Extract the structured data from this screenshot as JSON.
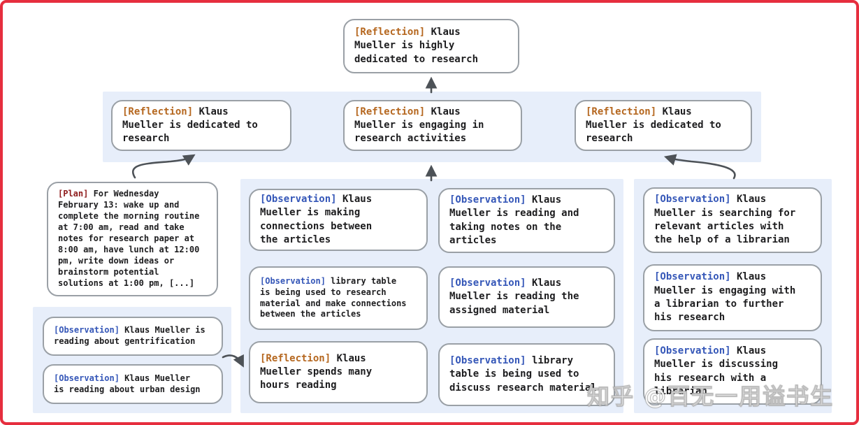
{
  "colors": {
    "frame_border": "#e62e3e",
    "band_background": "#e7eefa",
    "box_border": "#9aa0a6",
    "text": "#1d1d1f",
    "reflection_tag": "#b5671f",
    "plan_tag": "#8e1b1b",
    "observation_tag": "#3557b8",
    "arrow": "#4d5257"
  },
  "watermark": "知乎 @百无一用谥书生",
  "tree": {
    "root": {
      "tag": "[Reflection]",
      "text": " Klaus\nMueller is highly\ndedicated to research"
    },
    "reflections": [
      {
        "tag": "[Reflection]",
        "text": " Klaus\nMueller is dedicated to\nresearch"
      },
      {
        "tag": "[Reflection]",
        "text": " Klaus\nMueller is engaging in\nresearch activities"
      },
      {
        "tag": "[Reflection]",
        "text": " Klaus\nMueller is dedicated to\nresearch"
      }
    ],
    "plan": {
      "tag": "[Plan]",
      "text": " For Wednesday\nFebruary 13: wake up and\ncomplete the morning routine\nat 7:00 am, read and take\nnotes for research paper at\n8:00 am, have lunch at 12:00\npm, write down ideas or\nbrainstorm potential\nsolutions at 1:00 pm, [...]"
    },
    "left_observations": [
      {
        "tag": "[Observation]",
        "text": " Klaus Mueller is\nreading about gentrification"
      },
      {
        "tag": "[Observation]",
        "text": " Klaus Mueller\nis reading about urban design"
      }
    ],
    "col1": [
      {
        "tag": "[Observation]",
        "text": " Klaus\nMueller is making\nconnections between\nthe articles"
      },
      {
        "tag": "[Observation]",
        "text": " library table\nis being used to research\nmaterial and make connections\nbetween the articles"
      },
      {
        "tag": "[Reflection]",
        "text": " Klaus\nMueller spends many\nhours reading"
      }
    ],
    "col2": [
      {
        "tag": "[Observation]",
        "text": " Klaus\nMueller is reading and\ntaking notes on the\narticles"
      },
      {
        "tag": "[Observation]",
        "text": " Klaus\nMueller is reading the\nassigned material"
      },
      {
        "tag": "[Observation]",
        "text": " library\ntable is being used to\ndiscuss research material"
      }
    ],
    "col3": [
      {
        "tag": "[Observation]",
        "text": " Klaus\nMueller is searching for\nrelevant articles with\nthe help of a librarian"
      },
      {
        "tag": "[Observation]",
        "text": " Klaus\nMueller is engaging with\na librarian to further\nhis research"
      },
      {
        "tag": "[Observation]",
        "text": " Klaus\nMueller is discussing\nhis research with a\nlibrarian"
      }
    ]
  }
}
